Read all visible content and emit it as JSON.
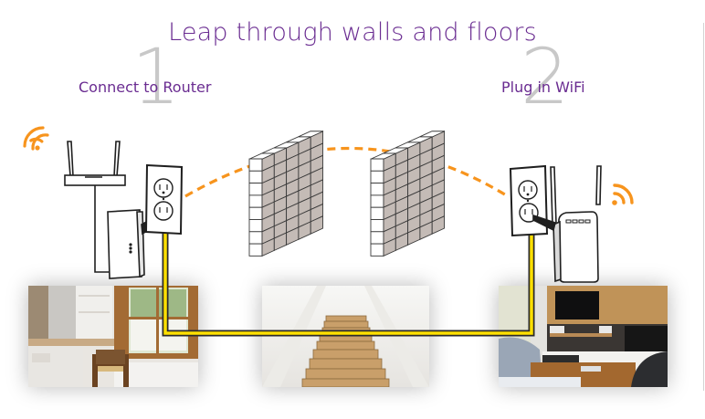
{
  "title": "Leap through walls and floors",
  "steps": [
    {
      "number": "1",
      "label": "Connect to Router"
    },
    {
      "number": "2",
      "label": "Plug in WiFi"
    }
  ],
  "illustration": {
    "left_device": [
      "wifi-signal-icon",
      "router-icon",
      "powerline-adapter-icon",
      "wall-outlet-icon"
    ],
    "right_device": [
      "wall-outlet-icon",
      "wifi-extender-icon",
      "wifi-signal-icon"
    ],
    "obstacles": [
      "brick-wall-icon",
      "brick-wall-icon"
    ],
    "signal_path": "orange-dashed-arc",
    "cable": "yellow-electrical-wiring"
  },
  "photos": [
    {
      "scene": "home office with window"
    },
    {
      "scene": "wooden staircase"
    },
    {
      "scene": "living room with tv"
    }
  ],
  "colors": {
    "title": "#6a2c91",
    "step_number": "#c8c8c8",
    "signal": "#f7941d",
    "cable": "#ffe000",
    "brick": "#c4bbb6"
  }
}
